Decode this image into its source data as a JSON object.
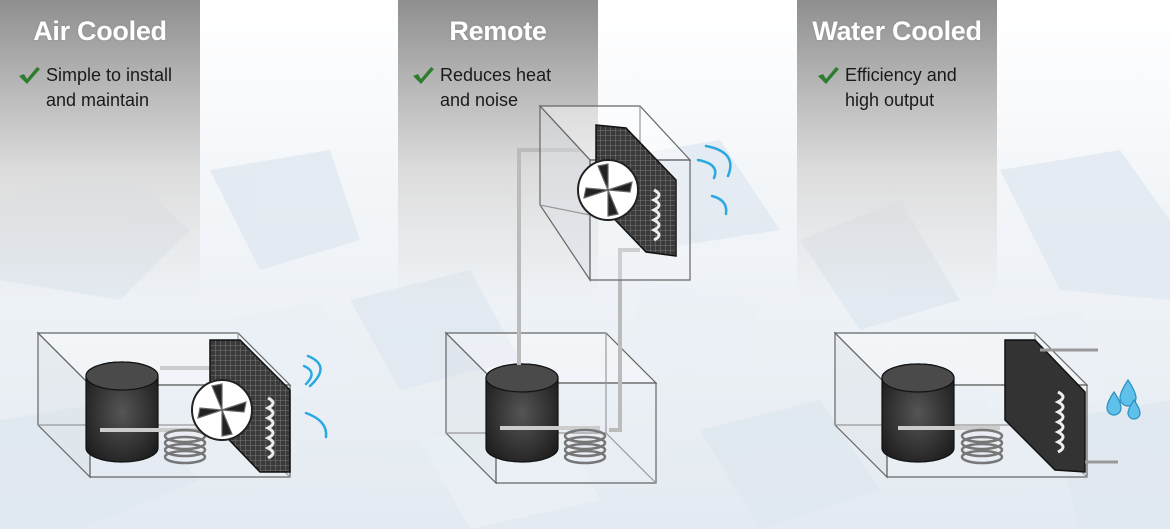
{
  "panels": [
    {
      "title": "Air Cooled",
      "benefit_line1": "Simple to install",
      "benefit_line2": "and maintain"
    },
    {
      "title": "Remote",
      "benefit_line1": "Reduces heat",
      "benefit_line2": "and noise"
    },
    {
      "title": "Water Cooled",
      "benefit_line1": "Efficiency and",
      "benefit_line2": "high output"
    }
  ],
  "icons": {
    "check": "check-icon",
    "airflow": "airflow-icon",
    "water": "water-drops-icon"
  },
  "colors": {
    "check_green": "#2e7d2e",
    "air_blue": "#2aa9e0",
    "water_blue": "#5fc0ea",
    "unit_dark": "#333333"
  }
}
